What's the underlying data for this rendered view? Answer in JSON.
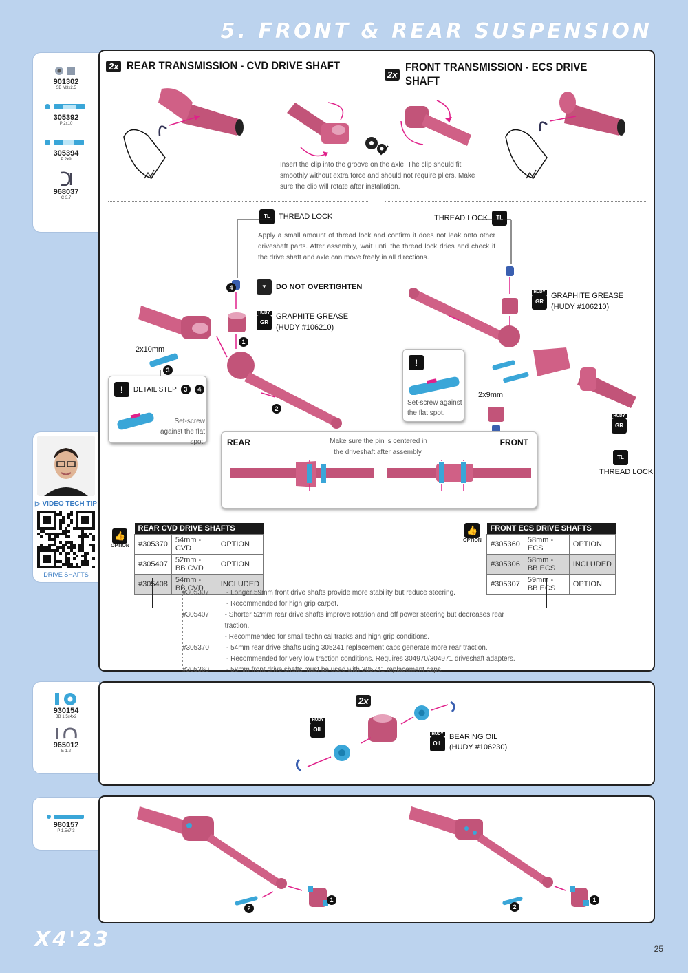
{
  "page": {
    "title": "5. FRONT & REAR SUSPENSION",
    "page_number": "25",
    "logo": "X4'23"
  },
  "parts_group1": [
    {
      "code": "901302",
      "desc": "SB M3x2.5"
    },
    {
      "code": "305392",
      "desc": "P 2x10"
    },
    {
      "code": "305394",
      "desc": "P 2x9"
    },
    {
      "code": "968037",
      "desc": "C 3.7"
    }
  ],
  "parts_group2": [
    {
      "code": "930154",
      "desc": "BB 1.5x4x2"
    },
    {
      "code": "965012",
      "desc": "E 1.2"
    }
  ],
  "parts_group3": [
    {
      "code": "980157",
      "desc": "P 1.5x7.3"
    }
  ],
  "video": {
    "label": "VIDEO TECH TIP",
    "caption": "DRIVE SHAFTS"
  },
  "step1": {
    "badge": "2x",
    "rear_title": "REAR TRANSMISSION - CVD DRIVE SHAFT",
    "front_title": "FRONT TRANSMISSION - ECS DRIVE SHAFT",
    "clip_note": "Insert the clip into the groove on the axle. The clip should fit smoothly without extra force and should not require pliers. Make sure the clip will rotate after installation.",
    "thread_lock": "THREAD LOCK",
    "thread_lock_note": "Apply a small amount of thread lock and confirm it does not leak onto other driveshaft parts. After assembly, wait until the thread lock dries and check if the drive shaft and axle can move freely in all directions.",
    "do_not_overtighten": "DO NOT OVERTIGHTEN",
    "graphite_grease": "GRAPHITE GREASE",
    "hudy_grease": "(HUDY #106210)",
    "pin_rear": "2x10mm",
    "pin_front": "2x9mm",
    "detail_step": "DETAIL STEP",
    "setscrew_note": "Set-screw against the flat spot.",
    "rear_label": "REAR",
    "front_label": "FRONT",
    "centered_note": "Make sure the pin is centered in the driveshaft after assembly.",
    "option_label": "OPTION",
    "nums": [
      "1",
      "2",
      "3",
      "4"
    ],
    "icon_tl": "TL",
    "icon_gr": "GR",
    "icon_hudy": "HUDY"
  },
  "rear_table": {
    "header": "REAR CVD DRIVE SHAFTS",
    "rows": [
      [
        "#305370",
        "54mm - CVD",
        "OPTION"
      ],
      [
        "#305407",
        "52mm - BB CVD",
        "OPTION"
      ],
      [
        "#305408",
        "54mm - BB CVD",
        "INCLUDED"
      ]
    ]
  },
  "front_table": {
    "header": "FRONT ECS DRIVE SHAFTS",
    "rows": [
      [
        "#305360",
        "58mm - ECS",
        "OPTION"
      ],
      [
        "#305306",
        "58mm - BB ECS",
        "INCLUDED"
      ],
      [
        "#305307",
        "59mm - BB ECS",
        "OPTION"
      ]
    ]
  },
  "notes": [
    {
      "code": "#305307",
      "lines": [
        "- Longer 59mm front drive shafts provide more stability but reduce steering.",
        "- Recommended for high grip carpet."
      ]
    },
    {
      "code": "#305407",
      "lines": [
        "- Shorter 52mm rear drive shafts improve rotation and off power steering but decreases rear traction.",
        "- Recommended for small technical tracks and high grip conditions."
      ]
    },
    {
      "code": "#305370",
      "lines": [
        "- 54mm rear drive shafts using 305241 replacement caps generate more rear traction.",
        "- Recommended for very low traction conditions. Requires 304970/304971 driveshaft adapters."
      ]
    },
    {
      "code": "#305360",
      "lines": [
        "- 58mm front drive shafts must be used with 305241 replacement caps."
      ]
    }
  ],
  "step2": {
    "badge": "2x",
    "bearing_oil": "BEARING OIL",
    "hudy_oil": "(HUDY #106230)",
    "icon_oil": "OIL"
  },
  "colors": {
    "accent": "#d2567f",
    "part_blue": "#3aa6d8",
    "dark": "#1a1a1a",
    "magenta_arrow": "#e0218a"
  }
}
